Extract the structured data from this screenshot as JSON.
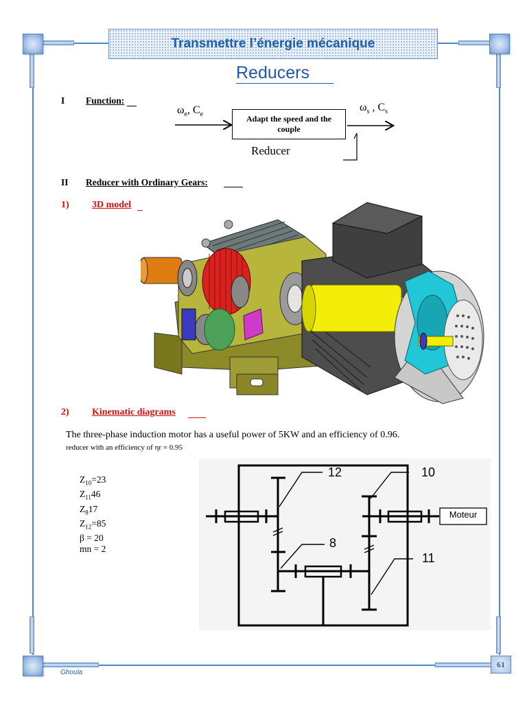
{
  "header": {
    "banner_title": "Transmettre l’énergie mécanique",
    "page_title": "Reducers"
  },
  "section1": {
    "number": "I",
    "heading": "Function:",
    "diagram": {
      "input_omega": "ω",
      "input_omega_sub": "e",
      "input_torque": "C",
      "input_torque_sub": "e",
      "box_line1": "Adapt the speed and the",
      "box_line2": "couple",
      "output_omega": "ω",
      "output_omega_sub": "s",
      "output_torque": "C",
      "output_torque_sub": "s",
      "caption": "Reducer"
    }
  },
  "section2": {
    "number": "II",
    "heading": "Reducer with Ordinary Gears:",
    "sub1_number": "1)",
    "sub1_heading": "3D model",
    "sub2_number": "2)",
    "sub2_heading": "Kinematic diagrams",
    "paragraph": "The three-phase induction motor has a useful power of 5KW and an efficiency of 0.96.",
    "paragraph2": "reducer with an efficiency of ηr = 0.95"
  },
  "parameters": [
    {
      "z": "Z",
      "sub": "10",
      "rest": "=23"
    },
    {
      "z": "Z",
      "sub": "11",
      "rest": "46"
    },
    {
      "z": "Z",
      "sub": "8",
      "rest": "17"
    },
    {
      "z": "Z",
      "sub": "12",
      "rest": "=85"
    },
    {
      "z": "",
      "sub": "",
      "rest": "β = 20"
    },
    {
      "z": "",
      "sub": "",
      "rest": "mn = 2"
    }
  ],
  "kinematic": {
    "label_12": "12",
    "label_10": "10",
    "label_8": "8",
    "label_11": "11",
    "motor_label": "Moteur"
  },
  "footer": {
    "author": "Ghoula",
    "page_number": "61"
  },
  "colors": {
    "frame": "#4a86c8",
    "title_blue": "#2057a6",
    "red_heading": "#d01010"
  }
}
